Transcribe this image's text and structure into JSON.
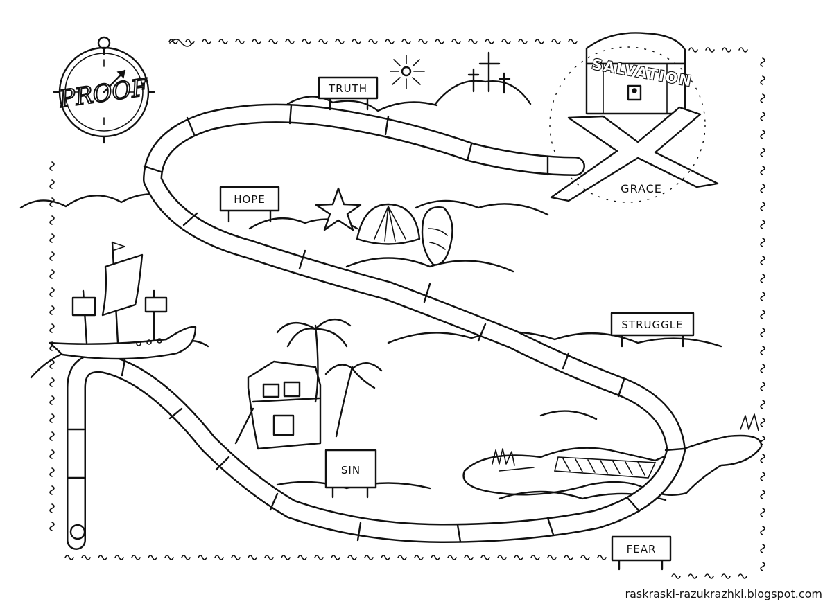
{
  "compass": {
    "label": "PROOF"
  },
  "signs": {
    "truth": "TRUTH",
    "hope": "HOPE",
    "struggle": "STRUGGLE",
    "sin": "SIN",
    "fear": "FEAR"
  },
  "destination": {
    "title": "SALVATION",
    "grace": "GRACE"
  },
  "credit": "raskraski-razukrazhki.blogspot.com"
}
